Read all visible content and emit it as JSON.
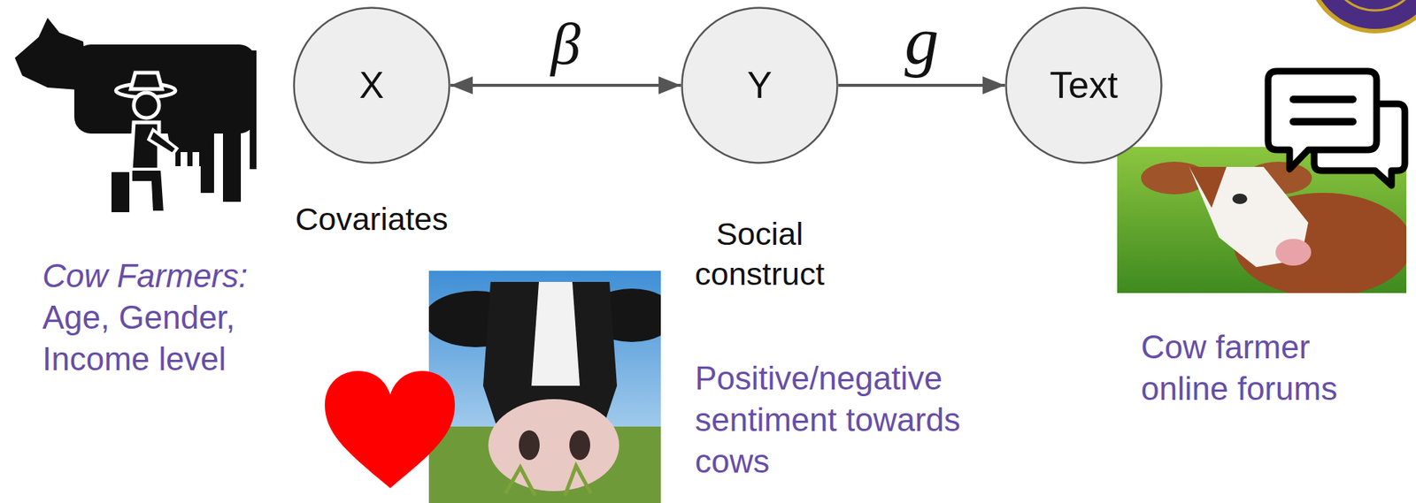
{
  "diagram": {
    "nodes": [
      {
        "text": [
          "X",
          "Covariates"
        ]
      },
      {
        "text": [
          "Y",
          "Social construct"
        ]
      },
      {
        "text": [
          "Text"
        ]
      }
    ],
    "edges": [
      {
        "from": 0,
        "to": 1,
        "label": "β",
        "arrow": "both"
      },
      {
        "from": 1,
        "to": 2,
        "label": "g",
        "arrow": "to"
      }
    ],
    "labels": [
      "Cow Farmers:",
      "Age, Gender, Income level",
      "Positive/negative sentiment towards cows",
      "Cow farmer online forums"
    ]
  }
}
